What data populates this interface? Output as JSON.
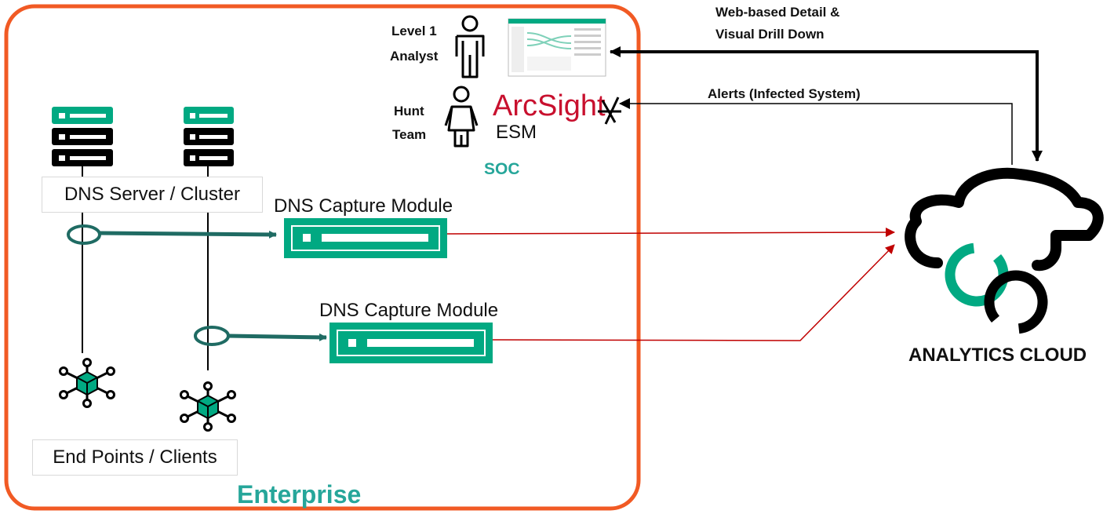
{
  "enterprise": {
    "title": "Enterprise",
    "dns_server_label": "DNS Server / Cluster",
    "endpoints_label": "End Points / Clients",
    "capture_module_1_label": "DNS Capture Module",
    "capture_module_2_label": "DNS Capture Module"
  },
  "soc": {
    "title": "SOC",
    "analyst_label_line1": "Level 1",
    "analyst_label_line2": "Analyst",
    "hunt_label_line1": "Hunt",
    "hunt_label_line2": "Team",
    "arcsight_logo_text": "ArcSight",
    "esm_label": "ESM"
  },
  "connections": {
    "web_label_line1": "Web-based Detail &",
    "web_label_line2": "Visual Drill Down",
    "alerts_label": "Alerts (Infected System)"
  },
  "cloud": {
    "label": "ANALYTICS CLOUD"
  },
  "colors": {
    "enterprise_border": "#f15a24",
    "soc_fill": "#fad9a7",
    "hpe_green": "#01a982",
    "teal_line": "#1f6b63",
    "red_line": "#c00000",
    "title_teal": "#26a69a"
  }
}
